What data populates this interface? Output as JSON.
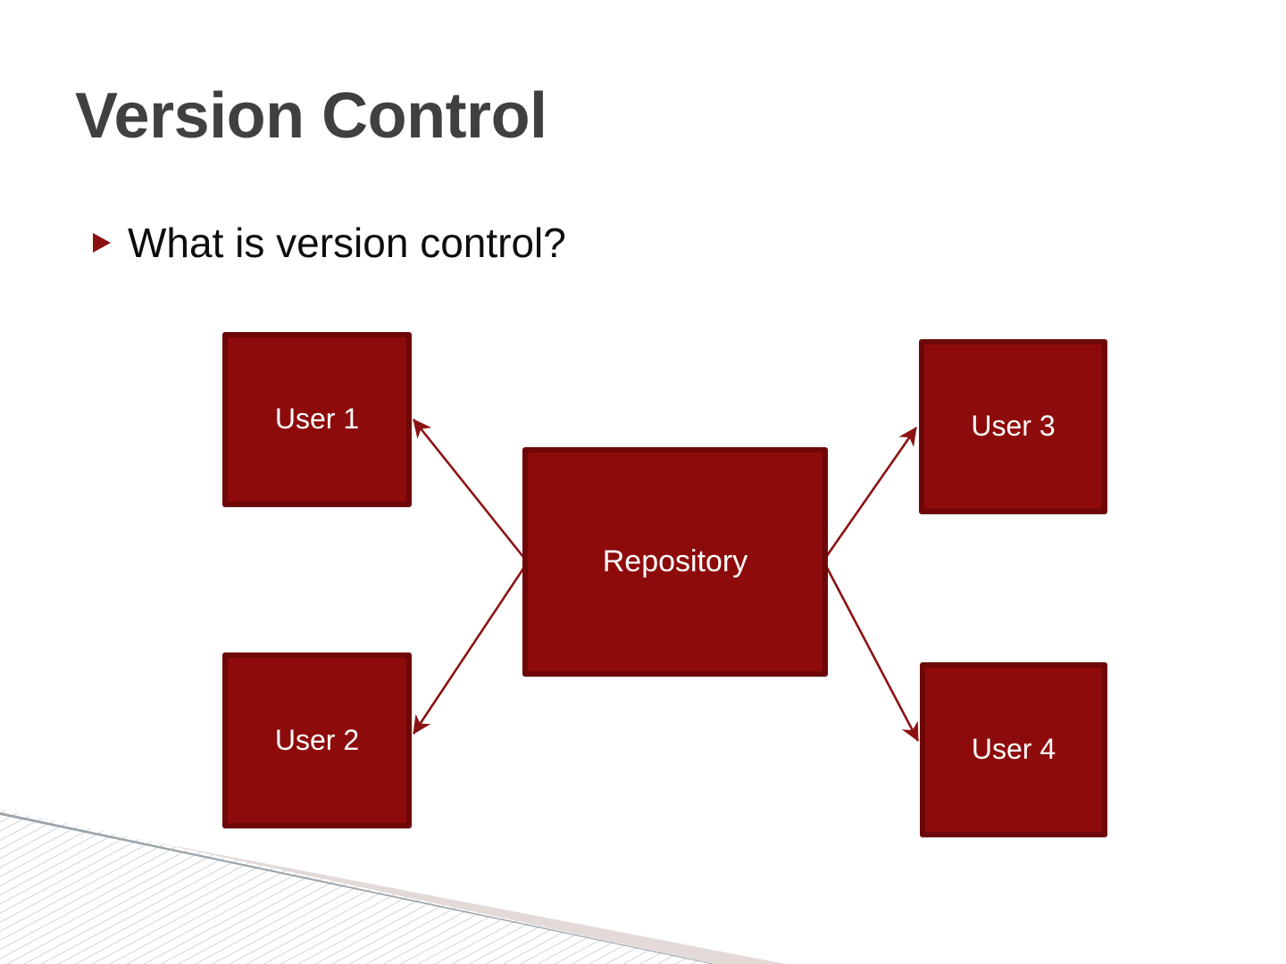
{
  "slide": {
    "title": "Version Control",
    "background_color": "#FFFFFF",
    "title_color": "#404040",
    "accent_color": "#8E0B0B",
    "bullets": [
      {
        "marker": "triangle-bullet-icon",
        "text": "What is version control?"
      }
    ]
  },
  "diagram": {
    "type": "node-link",
    "node_fill": "#8E0B0B",
    "node_border": "#6E0707",
    "node_text_color": "#FFFFFF",
    "connector_color": "#8C1212",
    "nodes": [
      {
        "id": "user1",
        "label": "User 1"
      },
      {
        "id": "user2",
        "label": "User 2"
      },
      {
        "id": "repo",
        "label": "Repository"
      },
      {
        "id": "user3",
        "label": "User 3"
      },
      {
        "id": "user4",
        "label": "User 4"
      }
    ],
    "connectors": [
      {
        "from": "repo",
        "to": "user1",
        "style": "double-arrow"
      },
      {
        "from": "repo",
        "to": "user2",
        "style": "double-arrow"
      },
      {
        "from": "repo",
        "to": "user3",
        "style": "double-arrow"
      },
      {
        "from": "repo",
        "to": "user4",
        "style": "double-arrow"
      }
    ]
  },
  "decoration": {
    "corner": "bottom-left-hatched-wedge",
    "hatch_color": "#AFB6BC",
    "band_black": "#000000",
    "band_beige": "#E3DAD8",
    "band_red": "#6E0707"
  }
}
